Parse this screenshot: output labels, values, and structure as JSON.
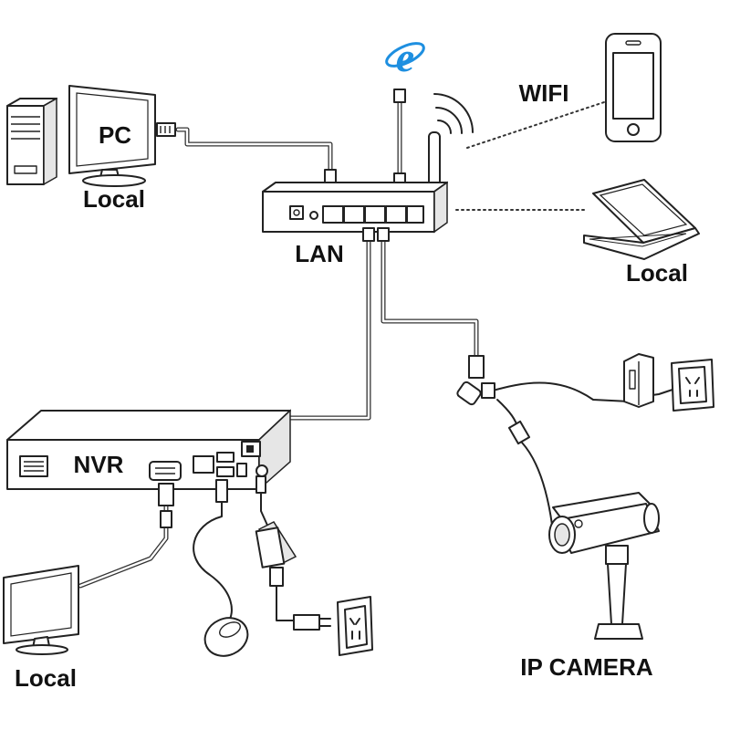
{
  "labels": {
    "pc": "PC",
    "pc_local": "Local",
    "lan": "LAN",
    "wifi": "WIFI",
    "laptop_local": "Local",
    "nvr": "NVR",
    "monitor_local": "Local",
    "ip_camera": "IP CAMERA"
  },
  "icons": [
    "desktop-tower-icon",
    "monitor-icon",
    "router-icon",
    "internet-explorer-icon",
    "smartphone-icon",
    "laptop-icon",
    "nvr-icon",
    "mouse-icon",
    "power-adapter-icon",
    "wall-outlet-icon",
    "ip-camera-icon"
  ],
  "colors": {
    "ie_blue": "#1e8fe0",
    "line": "#222222"
  }
}
